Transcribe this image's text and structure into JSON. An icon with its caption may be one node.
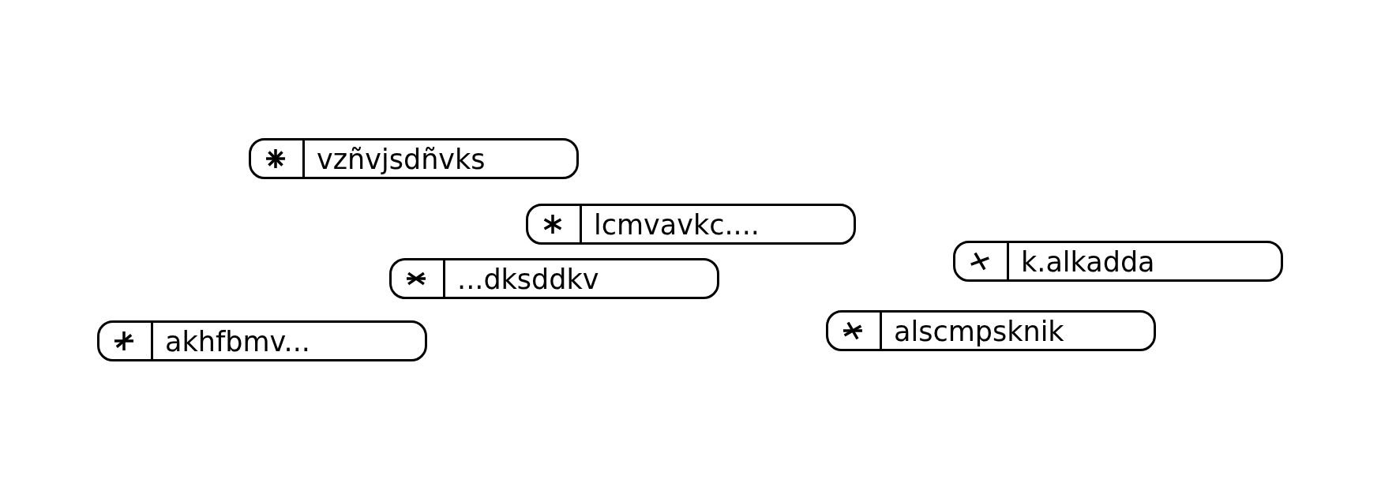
{
  "diagram": {
    "nodes": [
      {
        "text": [
          "vzñvjsdñvks"
        ]
      },
      {
        "text": [
          "lcmvavkc...."
        ]
      },
      {
        "text": [
          "k.alkadda"
        ]
      },
      {
        "text": [
          "...dksddkv"
        ]
      },
      {
        "text": [
          "alscmpsknik"
        ]
      },
      {
        "text": [
          "akhfbmv..."
        ]
      }
    ],
    "edges": []
  }
}
